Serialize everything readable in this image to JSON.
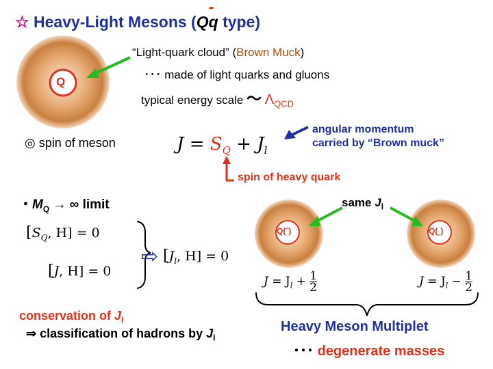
{
  "title": {
    "star": "☆",
    "text_before": "Heavy-Light Mesons (",
    "q_heavy": "Q",
    "q_light": "q",
    "bar": "-",
    "text_after": " type)"
  },
  "cloud": {
    "line1_prefix": "“Light-quark cloud” (",
    "line1_highlight": "Brown Muck",
    "line1_suffix": ")",
    "line2": "･･･ made of light quarks and gluons",
    "line3_text": "typical energy scale",
    "line3_tilde": "～",
    "line3_lambda": "Λ",
    "line3_sub": "QCD"
  },
  "meson_left_label": "Q",
  "spin": {
    "label": "◎ spin of meson",
    "eq": {
      "J": "J",
      "eq": "=",
      "S": "S",
      "S_sub": "Q",
      "plus": "+",
      "Jl": "J",
      "Jl_sub": "l"
    },
    "annot_angular_1": "angular momentum",
    "annot_angular_2": "carried by “Brown muck”",
    "annot_spin": "spin of heavy quark"
  },
  "limit": {
    "label_prefix": "・",
    "label_M": "M",
    "label_sub": "Q",
    "label_suffix": " → ∞  limit",
    "same_label": "same",
    "same_J": "J",
    "same_sub": "l",
    "comm1": "[S⃗Q , H] = 0",
    "comm1_parts": {
      "S": "S",
      "S_sub": "Q",
      "rest": ", H] = 0"
    },
    "comm2_parts": {
      "J": "J",
      "rest": ", H] = 0"
    },
    "comm3_parts": {
      "J": "J",
      "J_sub": "l",
      "rest": ", H] = 0"
    },
    "arrow": "⇨",
    "meson_up": "Q(",
    "meson_up_mark": "ˆ",
    "meson_down": "Q(",
    "meson_down_mark": "ˬ",
    "meson_close": ")",
    "eqL": {
      "J": "J",
      "eq": " = J",
      "sub": "l",
      "plus": " + ",
      "num": "1",
      "den": "2"
    },
    "eqR": {
      "J": "J",
      "eq": " = J",
      "sub": "l",
      "minus": " − ",
      "num": "1",
      "den": "2"
    }
  },
  "bottom": {
    "conservation": "conservation of ",
    "cons_J": "J",
    "cons_sub": "l",
    "classification": "⇒ classification of hadrons by ",
    "class_J": "J",
    "class_sub": "l",
    "multiplet_1": "Heavy Meson Multiplet",
    "multiplet_dots": "･･･ ",
    "multiplet_2": "degenerate masses"
  },
  "colors": {
    "accent": "#c8007d",
    "title_blue": "#1f2f9e",
    "red": "#e1311a",
    "green": "#22bb22",
    "brown": "#b5651d"
  }
}
